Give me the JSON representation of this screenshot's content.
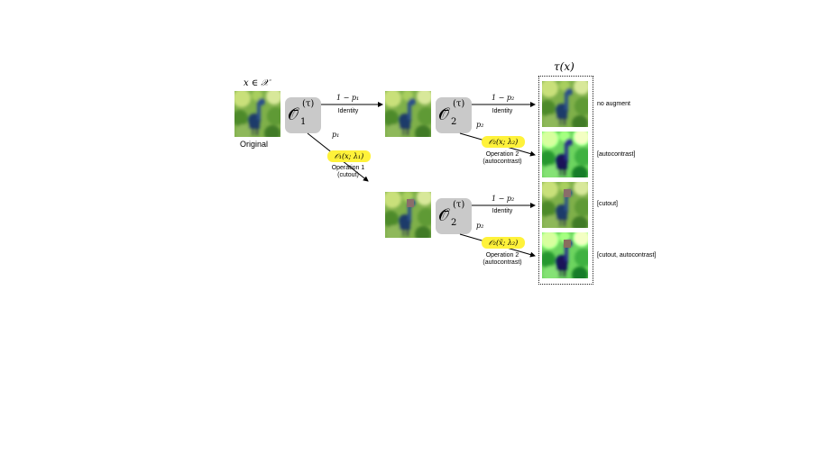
{
  "input": {
    "label": "x ∈ 𝒳",
    "caption": "Original"
  },
  "output": {
    "label": "τ(x)"
  },
  "op1": {
    "symbol": "𝒪̄",
    "index": "1",
    "superscript": "(τ)"
  },
  "op2_top": {
    "symbol": "𝒪̄",
    "index": "2",
    "superscript": "(τ)"
  },
  "op2_bottom": {
    "symbol": "𝒪̄",
    "index": "2",
    "superscript": "(τ)"
  },
  "edges": {
    "op1_identity": {
      "prob": "1 − p₁",
      "label": "Identity"
    },
    "op1_apply": {
      "prob": "p₁",
      "formula": "𝒪₁(x; λ₁)",
      "label_line1": "Operation 1",
      "label_line2": "(cutout)"
    },
    "op2_top_identity": {
      "prob": "1 − p₂",
      "label": "Identity"
    },
    "op2_top_apply": {
      "prob": "p₂",
      "formula": "𝒪₂(x; λ₂)",
      "label_line1": "Operation 2",
      "label_line2": "(autocontrast)"
    },
    "op2_bottom_identity": {
      "prob": "1 − p₂",
      "label": "Identity"
    },
    "op2_bottom_apply": {
      "prob": "p₂",
      "formula": "𝒪₂(x̃; λ₂)",
      "label_line1": "Operation 2",
      "label_line2": "(autocontrast)"
    }
  },
  "results": [
    {
      "label": "no augment"
    },
    {
      "label": "[autocontrast]"
    },
    {
      "label": "[cutout]"
    },
    {
      "label": "[cutout, autocontrast]"
    }
  ],
  "colors": {
    "highlight": "#fff23a",
    "op_box": "#c9c9c9"
  }
}
